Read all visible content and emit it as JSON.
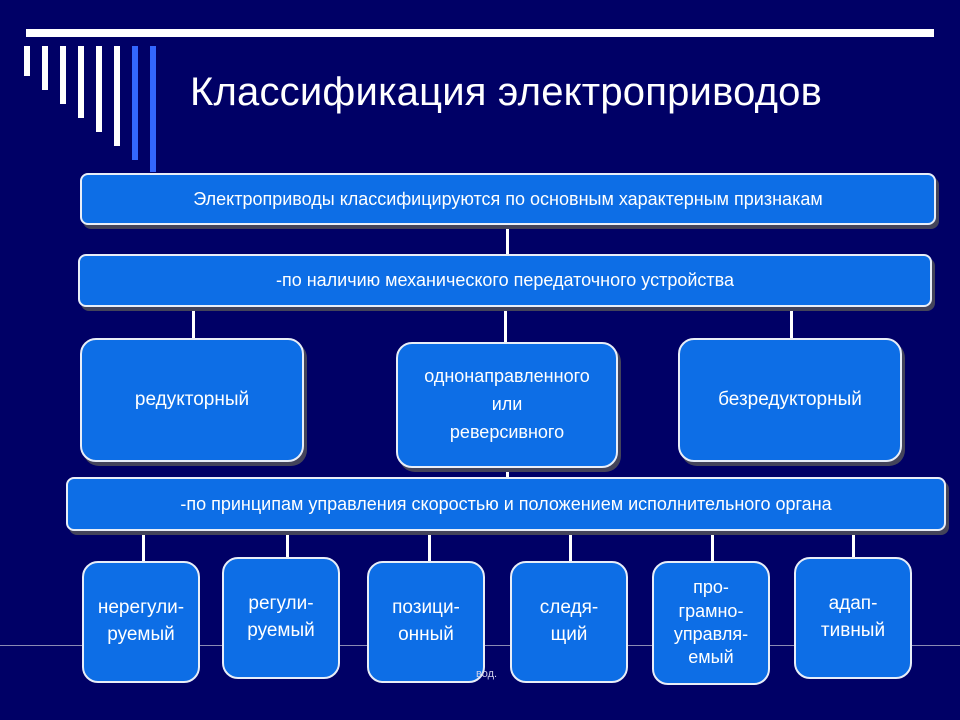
{
  "title": "Классификация электроприводов",
  "top_box": "Электроприводы классифицируются по основным характерным признакам",
  "criterion_1": "-по наличию механического передаточного устройства",
  "transmission_types": [
    "редукторный",
    "однонаправленного\nили\nреверсивного",
    "безредукторный"
  ],
  "criterion_2": "-по принципам управления скоростью и положением исполнительного органа",
  "control_types": [
    "нерегули-\nруемый",
    "регули-\nруемый",
    "позици-\nонный",
    "следя-\nщий",
    "про-\nграмно-\nуправля-\nемый",
    "адап-\nтивный"
  ],
  "footer_text": "вод."
}
